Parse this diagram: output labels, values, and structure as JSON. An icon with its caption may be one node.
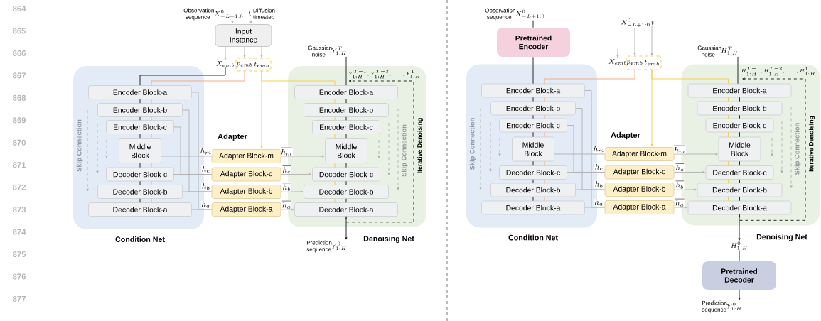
{
  "diagram": {
    "nodes": [
      {
        "text": [
          "Observation sequence",
          "X^{0}_{-L+1:0}"
        ]
      },
      {
        "text": [
          "t",
          "Diffusion timestep"
        ]
      },
      {
        "text": [
          "Input Instance"
        ]
      },
      {
        "text": [
          "X_{emb}"
        ]
      },
      {
        "text": [],
        "shape": "box"
      },
      {
        "text": [
          "p_{emb}"
        ],
        "in": 4
      },
      {
        "text": [
          "t_{emb}"
        ],
        "in": 4
      },
      {
        "text": [
          "Gaussian noise",
          "Y^{T}_{1:H}"
        ]
      },
      {
        "text": [
          "Condition Net",
          "Skip Connection"
        ]
      },
      {
        "text": [
          "Encoder Block-a"
        ],
        "in": 8
      },
      {
        "text": [
          "Encoder Block-b"
        ],
        "in": 8
      },
      {
        "text": [
          "Encoder Block-c"
        ],
        "in": 8
      },
      {
        "text": [
          "Middle Block"
        ],
        "in": 8
      },
      {
        "text": [
          "Decoder Block-c"
        ],
        "in": 8
      },
      {
        "text": [
          "Decoder Block-b"
        ],
        "in": 8
      },
      {
        "text": [
          "Decoder Block-a"
        ],
        "in": 8
      },
      {
        "text": [
          "Adapter Block-m"
        ]
      },
      {
        "text": [
          "Adapter Block-c"
        ]
      },
      {
        "text": [
          "Adapter Block-b"
        ]
      },
      {
        "text": [
          "Adapter Block-a"
        ]
      },
      {
        "text": [
          "Denoising Net",
          "Skip Connection"
        ]
      },
      {
        "text": [
          "Encoder Block-a"
        ],
        "in": 20
      },
      {
        "text": [
          "Encoder Block-b"
        ],
        "in": 20
      },
      {
        "text": [
          "Encoder Block-c"
        ],
        "in": 20
      },
      {
        "text": [
          "Middle Block"
        ],
        "in": 20
      },
      {
        "text": [
          "Decoder Block-c"
        ],
        "in": 20
      },
      {
        "text": [
          "Decoder Block-b"
        ],
        "in": 20
      },
      {
        "text": [
          "Decoder Block-a"
        ],
        "in": 20
      },
      {
        "text": [
          "Prediction sequence",
          "Y^{0}_{1:H}"
        ]
      },
      {
        "text": [
          "Observation sequence",
          "X^{0}_{-L+1:0}"
        ]
      },
      {
        "text": [
          "Pretrained Encoder"
        ]
      },
      {
        "text": [
          "X^{0}_{-L+1:0}"
        ]
      },
      {
        "text": [
          "t"
        ]
      },
      {
        "text": [
          "X_{emb}"
        ]
      },
      {
        "text": [],
        "shape": "box"
      },
      {
        "text": [
          "p_{emb}"
        ],
        "in": 34
      },
      {
        "text": [
          "t_{emb}"
        ],
        "in": 34
      },
      {
        "text": [
          "Gaussian noise",
          "H^{T}_{1:H}"
        ]
      },
      {
        "text": [
          "Condition Net",
          "Skip Connection"
        ]
      },
      {
        "text": [
          "Encoder Block-a"
        ],
        "in": 38
      },
      {
        "text": [
          "Encoder Block-b"
        ],
        "in": 38
      },
      {
        "text": [
          "Encoder Block-c"
        ],
        "in": 38
      },
      {
        "text": [
          "Middle Block"
        ],
        "in": 38
      },
      {
        "text": [
          "Decoder Block-c"
        ],
        "in": 38
      },
      {
        "text": [
          "Decoder Block-b"
        ],
        "in": 38
      },
      {
        "text": [
          "Decoder Block-a"
        ],
        "in": 38
      },
      {
        "text": [
          "Adapter Block-m"
        ]
      },
      {
        "text": [
          "Adapter Block-c"
        ]
      },
      {
        "text": [
          "Adapter Block-b"
        ]
      },
      {
        "text": [
          "Adapter Block-a"
        ]
      },
      {
        "text": [
          "Denoising Net",
          "Skip Connection"
        ]
      },
      {
        "text": [
          "Encoder Block-a"
        ],
        "in": 50
      },
      {
        "text": [
          "Encoder Block-b"
        ],
        "in": 50
      },
      {
        "text": [
          "Encoder Block-c"
        ],
        "in": 50
      },
      {
        "text": [
          "Middle Block"
        ],
        "in": 50
      },
      {
        "text": [
          "Decoder Block-c"
        ],
        "in": 50
      },
      {
        "text": [
          "Decoder Block-b"
        ],
        "in": 50
      },
      {
        "text": [
          "Decoder Block-a"
        ],
        "in": 50
      },
      {
        "text": [
          "H^{0}_{1:H}"
        ]
      },
      {
        "text": [
          "Pretrained Decoder"
        ]
      },
      {
        "text": [
          "Prediction sequence",
          "Y^{0}_{1:H}"
        ]
      }
    ],
    "edges": [
      {
        "from": 0,
        "to": 2,
        "arrow": "to",
        "color": "#b3b3b3"
      },
      {
        "from": 1,
        "to": 2,
        "arrow": "to",
        "color": "#b3b3b3"
      },
      {
        "from": 2,
        "to": 3,
        "arrow": "to",
        "color": "#b3b3b3"
      },
      {
        "from": 2,
        "to": 5,
        "arrow": "to",
        "color": "#b3b3b3"
      },
      {
        "from": 2,
        "to": 6,
        "arrow": "to",
        "color": "#b3b3b3"
      },
      {
        "from": 3,
        "to": 9,
        "arrow": "none",
        "color": "#1a1a1a"
      },
      {
        "from": 5,
        "to": 9,
        "arrow": "none",
        "color": "#f2a878"
      },
      {
        "from": 6,
        "to": 16,
        "arrow": "to",
        "color": "#f7c948"
      },
      {
        "from": 6,
        "to": 21,
        "arrow": "none",
        "color": "#f7c948"
      },
      {
        "from": 7,
        "to": 21,
        "arrow": "none",
        "color": "#1a1a1a"
      },
      {
        "from": 9,
        "to": 10,
        "arrow": "none",
        "color": "#1a1a1a"
      },
      {
        "from": 10,
        "to": 11,
        "arrow": "none",
        "color": "#1a1a1a"
      },
      {
        "from": 11,
        "to": 12,
        "arrow": "none",
        "color": "#1a1a1a"
      },
      {
        "from": 12,
        "to": 13,
        "arrow": "none",
        "color": "#1a1a1a"
      },
      {
        "from": 13,
        "to": 14,
        "arrow": "none",
        "color": "#1a1a1a"
      },
      {
        "from": 14,
        "to": 15,
        "arrow": "none",
        "color": "#1a1a1a"
      },
      {
        "from": 9,
        "to": 10,
        "arrow": "none",
        "color": "#f2a878"
      },
      {
        "from": 10,
        "to": 11,
        "arrow": "none",
        "color": "#f2a878"
      },
      {
        "from": 11,
        "to": 12,
        "arrow": "none",
        "color": "#f2a878"
      },
      {
        "from": 12,
        "to": 13,
        "arrow": "none",
        "color": "#f2a878"
      },
      {
        "from": 13,
        "to": 14,
        "arrow": "none",
        "color": "#f2a878"
      },
      {
        "from": 14,
        "to": 15,
        "arrow": "none",
        "color": "#f2a878"
      },
      {
        "from": 9,
        "to": 19,
        "arrow": "none",
        "color": "#b3b3b3"
      },
      {
        "from": 15,
        "to": 19,
        "arrow": "none",
        "color": "#b3b3b3",
        "label": "h_a"
      },
      {
        "from": 10,
        "to": 18,
        "arrow": "none",
        "color": "#b3b3b3"
      },
      {
        "from": 14,
        "to": 18,
        "arrow": "none",
        "color": "#b3b3b3",
        "label": "h_b"
      },
      {
        "from": 11,
        "to": 17,
        "arrow": "none",
        "color": "#b3b3b3"
      },
      {
        "from": 13,
        "to": 17,
        "arrow": "none",
        "color": "#b3b3b3",
        "label": "h_c"
      },
      {
        "from": 12,
        "to": 16,
        "arrow": "none",
        "color": "#b3b3b3",
        "label": "h_m"
      },
      {
        "from": 16,
        "to": 24,
        "arrow": "to",
        "color": "#b3b3b3",
        "label": "\\overline{h_m}"
      },
      {
        "from": 17,
        "to": 25,
        "arrow": "to",
        "color": "#b3b3b3",
        "label": "\\overline{h_c}"
      },
      {
        "from": 18,
        "to": 26,
        "arrow": "to",
        "color": "#b3b3b3",
        "label": "\\overline{h_b}"
      },
      {
        "from": 19,
        "to": 27,
        "arrow": "to",
        "color": "#b3b3b3",
        "label": "\\overline{h_a}"
      },
      {
        "from": 21,
        "to": 22,
        "arrow": "none",
        "color": "#1a1a1a"
      },
      {
        "from": 22,
        "to": 23,
        "arrow": "none",
        "color": "#1a1a1a"
      },
      {
        "from": 23,
        "to": 24,
        "arrow": "none",
        "color": "#1a1a1a"
      },
      {
        "from": 24,
        "to": 25,
        "arrow": "none",
        "color": "#1a1a1a"
      },
      {
        "from": 25,
        "to": 26,
        "arrow": "none",
        "color": "#1a1a1a"
      },
      {
        "from": 26,
        "to": 27,
        "arrow": "none",
        "color": "#1a1a1a"
      },
      {
        "from": 21,
        "to": 22,
        "arrow": "none",
        "color": "#f7c948"
      },
      {
        "from": 22,
        "to": 23,
        "arrow": "none",
        "color": "#f7c948"
      },
      {
        "from": 23,
        "to": 24,
        "arrow": "none",
        "color": "#f7c948"
      },
      {
        "from": 24,
        "to": 25,
        "arrow": "none",
        "color": "#f7c948"
      },
      {
        "from": 25,
        "to": 26,
        "arrow": "none",
        "color": "#f7c948"
      },
      {
        "from": 26,
        "to": 27,
        "arrow": "none",
        "color": "#f7c948"
      },
      {
        "from": 27,
        "to": 28,
        "arrow": "to",
        "color": "#1a1a1a"
      },
      {
        "from": 27,
        "to": 21,
        "arrow": "to",
        "style": "dashed",
        "color": "#1a1a1a",
        "label": "Iterative Denoising"
      },
      {
        "from": 29,
        "to": 30,
        "arrow": "none",
        "color": "#1a1a1a"
      },
      {
        "from": 30,
        "to": 39,
        "arrow": "none",
        "color": "#1a1a1a"
      },
      {
        "from": 31,
        "to": 35,
        "arrow": "to",
        "color": "#b3b3b3"
      },
      {
        "from": 32,
        "to": 36,
        "arrow": "to",
        "color": "#b3b3b3"
      },
      {
        "from": null,
        "to": 33,
        "arrow": "to",
        "color": "#b3b3b3"
      },
      {
        "from": 35,
        "to": 39,
        "arrow": "none",
        "color": "#f2a878"
      },
      {
        "from": 36,
        "to": 46,
        "arrow": "to",
        "color": "#f7c948"
      },
      {
        "from": 36,
        "to": 51,
        "arrow": "none",
        "color": "#f7c948"
      },
      {
        "from": 37,
        "to": 51,
        "arrow": "none",
        "color": "#1a1a1a"
      },
      {
        "from": 39,
        "to": 40,
        "arrow": "none",
        "color": "#1a1a1a"
      },
      {
        "from": 40,
        "to": 41,
        "arrow": "none",
        "color": "#1a1a1a"
      },
      {
        "from": 41,
        "to": 42,
        "arrow": "none",
        "color": "#1a1a1a"
      },
      {
        "from": 42,
        "to": 43,
        "arrow": "none",
        "color": "#1a1a1a"
      },
      {
        "from": 43,
        "to": 44,
        "arrow": "none",
        "color": "#1a1a1a"
      },
      {
        "from": 44,
        "to": 45,
        "arrow": "none",
        "color": "#1a1a1a"
      },
      {
        "from": 39,
        "to": 40,
        "arrow": "none",
        "color": "#f2a878"
      },
      {
        "from": 40,
        "to": 41,
        "arrow": "none",
        "color": "#f2a878"
      },
      {
        "from": 41,
        "to": 42,
        "arrow": "none",
        "color": "#f2a878"
      },
      {
        "from": 42,
        "to": 43,
        "arrow": "none",
        "color": "#f2a878"
      },
      {
        "from": 43,
        "to": 44,
        "arrow": "none",
        "color": "#f2a878"
      },
      {
        "from": 44,
        "to": 45,
        "arrow": "none",
        "color": "#f2a878"
      },
      {
        "from": 39,
        "to": 49,
        "arrow": "none",
        "color": "#b3b3b3"
      },
      {
        "from": 45,
        "to": 49,
        "arrow": "none",
        "color": "#b3b3b3",
        "label": "h_a"
      },
      {
        "from": 40,
        "to": 48,
        "arrow": "none",
        "color": "#b3b3b3"
      },
      {
        "from": 44,
        "to": 48,
        "arrow": "none",
        "color": "#b3b3b3",
        "label": "h_b"
      },
      {
        "from": 41,
        "to": 47,
        "arrow": "none",
        "color": "#b3b3b3"
      },
      {
        "from": 43,
        "to": 47,
        "arrow": "none",
        "color": "#b3b3b3",
        "label": "h_c"
      },
      {
        "from": 42,
        "to": 46,
        "arrow": "none",
        "color": "#b3b3b3",
        "label": "h_m"
      },
      {
        "from": 46,
        "to": 54,
        "arrow": "to",
        "color": "#b3b3b3",
        "label": "\\overline{h_m}"
      },
      {
        "from": 47,
        "to": 55,
        "arrow": "to",
        "color": "#b3b3b3",
        "label": "\\overline{h_c}"
      },
      {
        "from": 48,
        "to": 56,
        "arrow": "to",
        "color": "#b3b3b3",
        "label": "\\overline{h_b}"
      },
      {
        "from": 49,
        "to": 57,
        "arrow": "to",
        "color": "#b3b3b3",
        "label": "\\overline{h_a}"
      },
      {
        "from": 51,
        "to": 52,
        "arrow": "none",
        "color": "#1a1a1a"
      },
      {
        "from": 52,
        "to": 53,
        "arrow": "none",
        "color": "#1a1a1a"
      },
      {
        "from": 53,
        "to": 54,
        "arrow": "none",
        "color": "#1a1a1a"
      },
      {
        "from": 54,
        "to": 55,
        "arrow": "none",
        "color": "#1a1a1a"
      },
      {
        "from": 55,
        "to": 56,
        "arrow": "none",
        "color": "#1a1a1a"
      },
      {
        "from": 56,
        "to": 57,
        "arrow": "none",
        "color": "#1a1a1a"
      },
      {
        "from": 51,
        "to": 52,
        "arrow": "none",
        "color": "#f7c948"
      },
      {
        "from": 52,
        "to": 53,
        "arrow": "none",
        "color": "#f7c948"
      },
      {
        "from": 53,
        "to": 54,
        "arrow": "none",
        "color": "#f7c948"
      },
      {
        "from": 54,
        "to": 55,
        "arrow": "none",
        "color": "#f7c948"
      },
      {
        "from": 55,
        "to": 56,
        "arrow": "none",
        "color": "#f7c948"
      },
      {
        "from": 56,
        "to": 57,
        "arrow": "none",
        "color": "#f7c948"
      },
      {
        "from": 57,
        "to": 58,
        "arrow": "to",
        "color": "#1a1a1a"
      },
      {
        "from": 58,
        "to": 59,
        "arrow": "none",
        "color": "#1a1a1a"
      },
      {
        "from": 59,
        "to": 60,
        "arrow": "to",
        "color": "#1a1a1a"
      },
      {
        "from": 57,
        "to": 51,
        "arrow": "to",
        "style": "dashed",
        "color": "#1a1a1a",
        "label": "Iterative Denoising"
      }
    ],
    "labels": [
      "864",
      "865",
      "866",
      "867",
      "868",
      "869",
      "870",
      "871",
      "872",
      "873",
      "874",
      "875",
      "876",
      "877",
      "Adapter",
      "Y^{T-1}_{1:H}, Y^{T-2}_{1:H}, \\ldots, Y^{1}_{1:H}",
      "Adapter",
      "H^{T-1}_{1:H}, H^{T-2}_{1:H}, \\ldots, H^{1}_{1:H}"
    ]
  }
}
